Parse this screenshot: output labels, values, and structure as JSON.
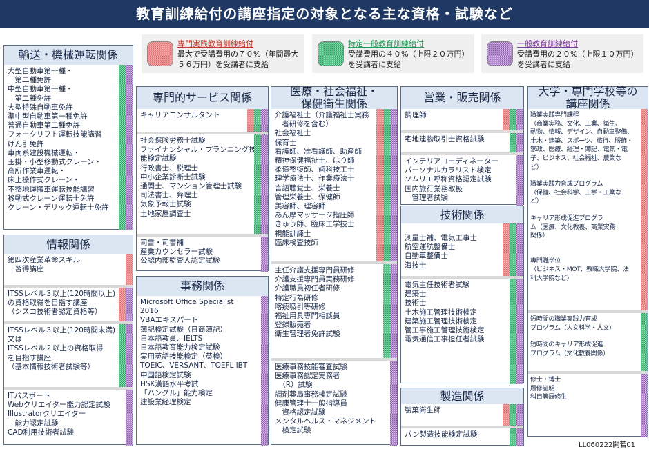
{
  "title": "教育訓練給付の講座指定の対象となる主な資格・試験など",
  "colors": {
    "red": "#e07070",
    "green": "#2aa864",
    "purple": "#8e5bb0",
    "title_bg": "#1f3864",
    "header_bg": "#dce6f2"
  },
  "legend": [
    {
      "color": "r",
      "name": "専門実践教育訓練給付",
      "desc1": "最大で受講費用の７０%（年間最大",
      "desc2": "５６万円）を受講者に支給",
      "link_color": "#c0392b"
    },
    {
      "color": "g",
      "name": "特定一般教育訓練給付",
      "desc1": "受講費用の４０%（上限２０万円）",
      "desc2": "を受講者に支給",
      "link_color": "#1e9b55"
    },
    {
      "color": "p",
      "name": "一般教育訓練給付",
      "desc1": "受講費用の２０%（上限１０万円）",
      "desc2": "を受講者に支給",
      "link_color": "#7d3c98"
    }
  ],
  "panels": [
    {
      "title": "輸送・機械運転関係",
      "sections": [
        {
          "bars": [
            "g",
            "p"
          ],
          "items": [
            "大型自動車第一種・",
            "　第二種免許",
            "中型自動車第一種・",
            "　第二種免許",
            "大型特殊自動車免許",
            "準中型自動車第一種免許",
            "普通自動車第二種免許",
            "フォークリフト運転技能講習",
            "けん引免許",
            "車両系建設機械運転・",
            "玉掛・小型移動式クレーン・",
            "高所作業車運転・",
            "床上操作式クレーン・",
            "不整地運搬車運転技能講習",
            "移動式クレーン運転士免許",
            "クレーン・デリック運転士免許"
          ]
        }
      ]
    },
    {
      "title": "情報関係",
      "sections": [
        {
          "bars": [
            "r"
          ],
          "items": [
            "第四次産業革命スキル",
            "　習得講座"
          ]
        },
        {
          "bars": [
            "r",
            "p"
          ],
          "items": [
            "ITSSレベル３以上(120時間以上)",
            "の資格取得を目指す講座",
            "（シスコ技術者認定資格等）"
          ]
        },
        {
          "bars": [
            "g",
            "p"
          ],
          "items": [
            "ITSSレベル３以上(120時間未満)",
            "又は",
            "ITSSレベル２以上の資格取得",
            "を目指す講座",
            "（基本情報技術者試験等）"
          ]
        },
        {
          "bars": [
            "p"
          ],
          "items": [
            "ITパスポート",
            "Webクリエイター能力認定試験",
            "Illustratorクリエイター",
            "　能力認定試験",
            "CAD利用技術者試験"
          ]
        }
      ]
    },
    {
      "title": "専門的サービス関係",
      "sections": [
        {
          "bars": [
            "r",
            "g",
            "p"
          ],
          "items": [
            "キャリアコンサルタント"
          ]
        },
        {
          "bars": [
            "g",
            "p"
          ],
          "items": [
            "社会保険労務士試験",
            "ファイナンシャル・プランニング技",
            "能検定試験",
            "行政書士、税理士",
            "中小企業診断士試験",
            "通関士、マンション管理士試験",
            "司法書士、弁理士",
            "気象予報士試験",
            "土地家屋調査士"
          ]
        },
        {
          "bars": [
            "p"
          ],
          "items": [
            "司書・司書補",
            "産業カウンセラー試験",
            "公認内部監査人認定試験"
          ]
        }
      ]
    },
    {
      "title": "事務関係",
      "sections": [
        {
          "bars": [
            "p"
          ],
          "items": [
            "Microsoft Office Specialist",
            "2016",
            "VBAエキスパート",
            "簿記検定試験（日商簿記）",
            "日本語教員、IELTS",
            "日本語教育能力検定試験",
            "実用英語技能検定（英検）",
            "TOEIC、VERSANT、TOEFL iBT",
            "中国語検定試験",
            "HSK漢語水平考試",
            "「ハングル」能力検定",
            "建設業経理検定"
          ]
        }
      ]
    },
    {
      "title": "医療・社会福祉・\n保健衛生関係",
      "sections": [
        {
          "bars": [
            "r",
            "g",
            "p"
          ],
          "items": [
            "介護福祉士（介護福祉士実務",
            "　者研修を含む）",
            "社会福祉士",
            "保育士",
            "看護師、准看護師、助産師",
            "精神保健福祉士、はり師",
            "柔道整復師、歯科技工士",
            "理学療法士、作業療法士",
            "言語聴覚士、栄養士",
            "管理栄養士、保健師",
            "美容師、理容師",
            "あん摩マッサージ指圧師",
            "きゅう師、臨床工学技士",
            "視能訓練士",
            "臨床検査技師"
          ]
        },
        {
          "bars": [
            "g",
            "p"
          ],
          "items": [
            "主任介護支援専門員研修",
            "介護支援専門員実務研修",
            "介護職員初任者研修",
            "特定行為研修",
            "喀痰吸引等研修",
            "福祉用具専門相談員",
            "登録販売者",
            "衛生管理者免許試験"
          ]
        },
        {
          "bars": [
            "p"
          ],
          "items": [
            "医療事務技能審査試験",
            "医療事務認定実務者",
            "　（R）試験",
            "調剤薬局事務検定試験",
            "健康管理士一般指導員",
            "　資格認定試験",
            "メンタルヘルス・マネジメント",
            "　検定試験"
          ]
        }
      ]
    },
    {
      "title": "営業・販売関係",
      "sections": [
        {
          "bars": [
            "r",
            "g",
            "p"
          ],
          "items": [
            "調理師"
          ]
        },
        {
          "bars": [
            "g",
            "p"
          ],
          "items": [
            "宅地建物取引士資格試験"
          ]
        },
        {
          "bars": [
            "p"
          ],
          "items": [
            "インテリアコーディネーター",
            "パーソナルカラリスト検定",
            "ソムリエ呼称資格認定試験",
            "国内旅行業務取扱",
            "　管理者試験"
          ]
        }
      ]
    },
    {
      "title": "技術関係",
      "sections": [
        {
          "bars": [
            "r",
            "g",
            "p"
          ],
          "items": [
            "",
            "測量士補、電気工事士",
            "航空運航整備士",
            "自動車整備士",
            "海技士"
          ]
        },
        {
          "bars": [
            "g",
            "p"
          ],
          "items": [
            "電気主任技術者試験",
            "建築士",
            "技術士",
            "土木施工管理技術検定",
            "建築施工管理技術検定",
            "管工事施工管理技術検定",
            "電気通信工事担任者試験"
          ]
        }
      ]
    },
    {
      "title": "製造関係",
      "sections": [
        {
          "bars": [
            "r",
            "g",
            "p"
          ],
          "items": [
            "製菓衛生師"
          ]
        },
        {
          "bars": [
            "g",
            "p"
          ],
          "items": [
            "パン製造技能検定試験"
          ]
        }
      ]
    },
    {
      "title": "大学・専門学校等の\n講座関係",
      "sections": [
        {
          "bars": [
            "r"
          ],
          "items": [
            "職業実践専門課程",
            "（商業実務、文化、工業、衛生、",
            "動物、情報、デザイン、自動車整備、",
            "土木・建築、スポーツ、旅行、服飾・",
            "家政、医療、経理・簿記、電気・電",
            "子、ビジネス、社会福祉、農業な",
            "ど）",
            "",
            "職業実践力育成プログラム",
            "（保健、社会科学、工学・工業な",
            "ど）",
            "",
            "キャリア形成促進プログラ",
            "ム（医療、文化教養、商業実務",
            "関係）",
            "",
            "",
            "専門職学位",
            "（ビジネス・MOT、教職大学院、法",
            "科大学院など）"
          ]
        },
        {
          "bars": [
            "g"
          ],
          "items": [
            "短時間の職業実践力育成",
            "プログラム（人文科学・人文）",
            "",
            "短時間のキャリア形成促進",
            "プログラム（文化教養関係）"
          ]
        },
        {
          "bars": [
            "p"
          ],
          "items": [
            "修士・博士",
            "履修証明",
            "科目等履修生"
          ]
        }
      ]
    }
  ],
  "footer_code": "LL060222開若01"
}
